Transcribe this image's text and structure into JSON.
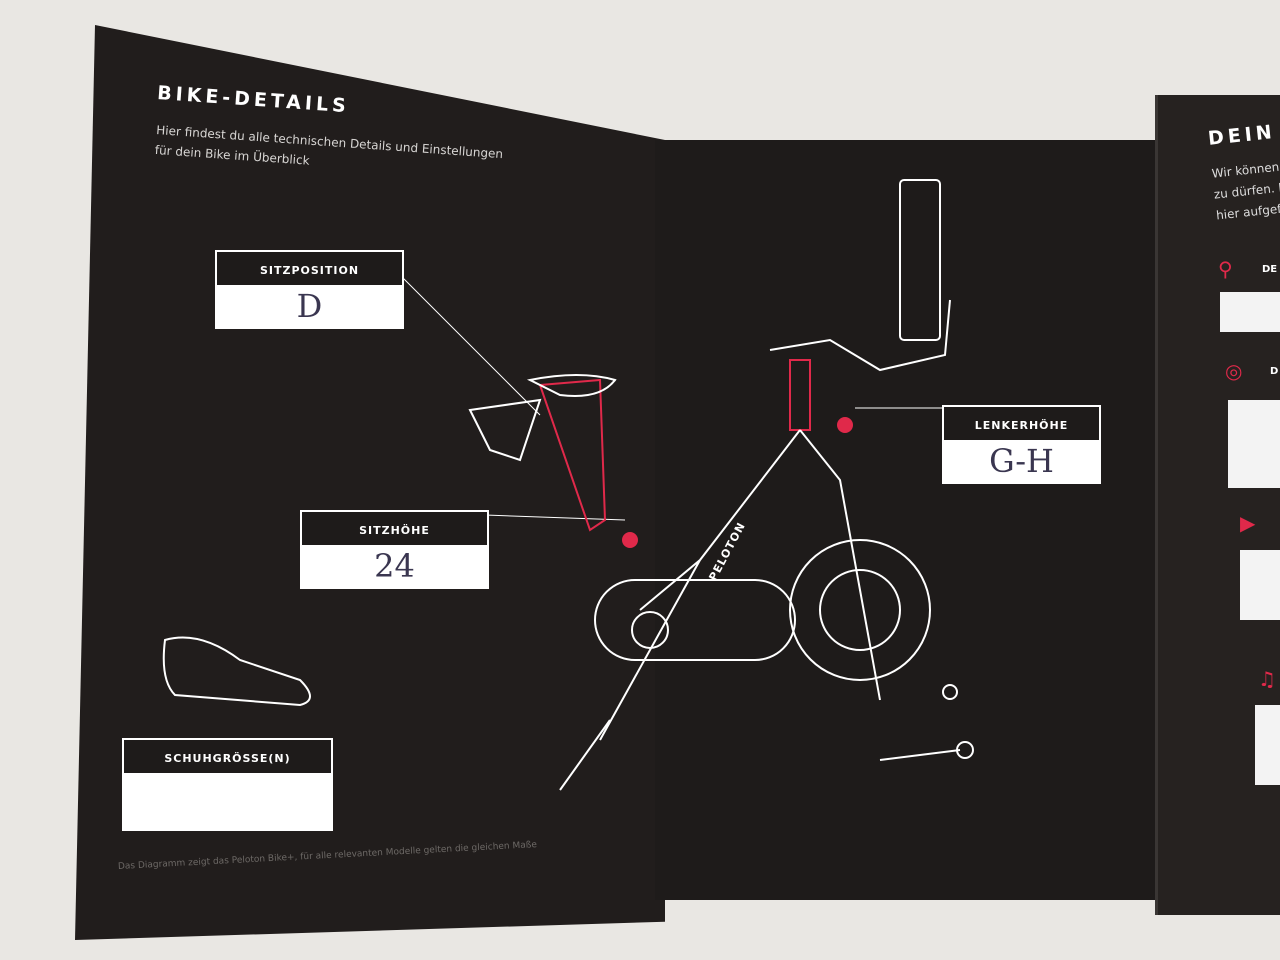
{
  "left_page": {
    "title": "BIKE-DETAILS",
    "subtitle_line1": "Hier findest du alle technischen Details und Einstellungen",
    "subtitle_line2": "für dein Bike im Überblick",
    "fields": [
      {
        "label": "SITZPOSITION",
        "value": "D"
      },
      {
        "label": "SITZHÖHE",
        "value": "24"
      },
      {
        "label": "SCHUHGRÖSSE(N)",
        "value": ""
      }
    ],
    "footnote": "Das Diagramm zeigt das Peloton Bike+, für alle relevanten Modelle gelten die gleichen Maße"
  },
  "middle_page": {
    "fields": [
      {
        "label": "LENKERHÖHE",
        "value": "G-H"
      }
    ],
    "bike_brand": "PELOTON"
  },
  "right_page": {
    "title": "DEIN T",
    "text_lines": [
      "Wir können e",
      "zu dürfen. E",
      "hier aufgefü"
    ],
    "items": [
      {
        "icon": "bike-icon",
        "label": "DE"
      },
      {
        "icon": "headset-icon",
        "label": "D"
      },
      {
        "icon": "play-icon",
        "label": ""
      },
      {
        "icon": "music-icon",
        "label": ""
      }
    ]
  },
  "colors": {
    "accent": "#e0294a",
    "panel": "#211d1c"
  }
}
